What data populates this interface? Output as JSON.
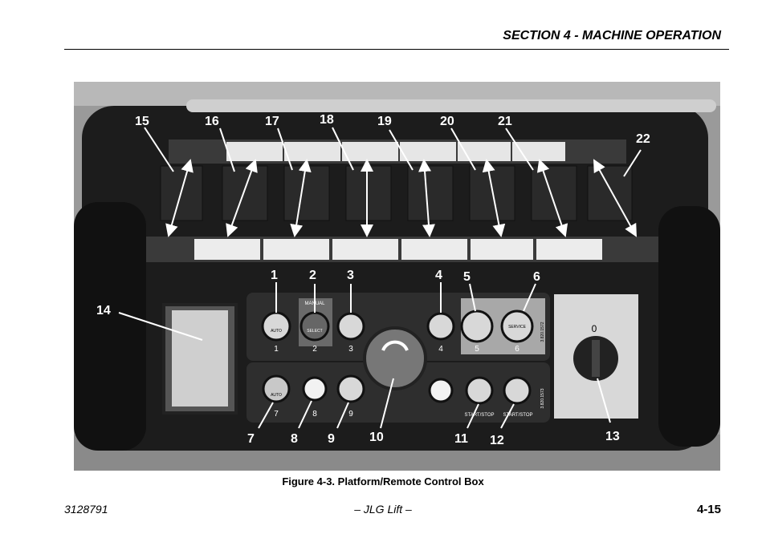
{
  "header": {
    "section": "SECTION 4 - MACHINE OPERATION"
  },
  "figure": {
    "caption": "Figure 4-3. Platform/Remote Control Box",
    "callouts": [
      "1",
      "2",
      "3",
      "4",
      "5",
      "6",
      "7",
      "8",
      "9",
      "10",
      "11",
      "12",
      "13",
      "14",
      "15",
      "16",
      "17",
      "18",
      "19",
      "20",
      "21",
      "22"
    ],
    "panel": {
      "manual_label": "MANUAL",
      "select_label": "SELECT",
      "auto_label": "AUTO",
      "service_label": "SERVICE",
      "start_stop_label": "START/STOP",
      "key_position": "0",
      "part_number_top": "3.820.1572",
      "part_number_bottom": "3.820.1573",
      "button_numbers": [
        "1",
        "2",
        "3",
        "4",
        "5",
        "6",
        "7",
        "8",
        "9"
      ]
    }
  },
  "footer": {
    "doc_number": "3128791",
    "center": "– JLG Lift –",
    "page": "4-15"
  }
}
